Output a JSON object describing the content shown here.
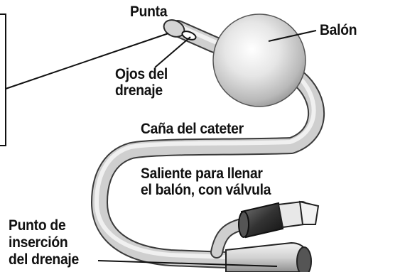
{
  "labels": {
    "tip": "Punta",
    "balloon": "Balón",
    "drainage_eyes_line1": "Ojos del",
    "drainage_eyes_line2": "drenaje",
    "shaft": "Caña del cateter",
    "inflation_port_line1": "Saliente para llenar",
    "inflation_port_line2": "el balón, con válvula",
    "drainage_point_line1": "Punto de",
    "drainage_point_line2": "inserción",
    "drainage_point_line3": "del drenaje"
  }
}
